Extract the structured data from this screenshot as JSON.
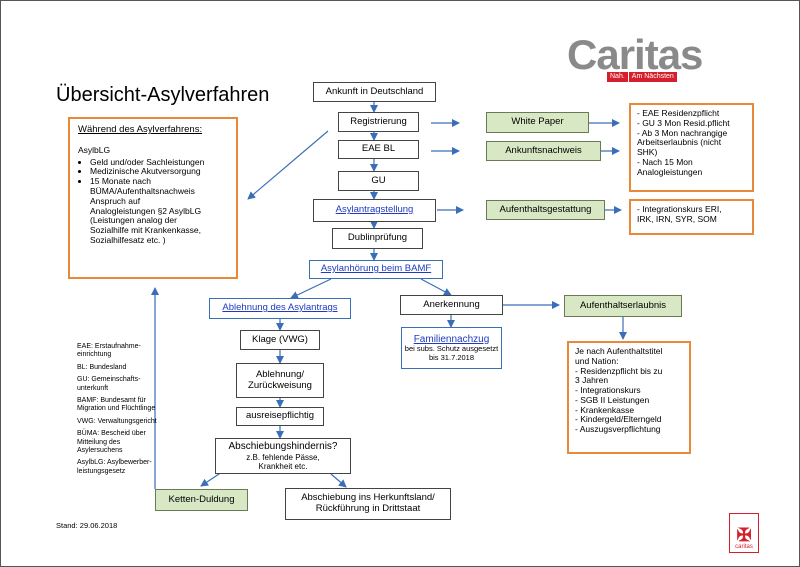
{
  "title": "Übersicht-Asylverfahren",
  "logo": {
    "word": "Caritas",
    "tag1": "Nah.",
    "tag2": "Am Nächsten",
    "corner_label": "caritas",
    "brand_color": "#d51f2a"
  },
  "colors": {
    "orange_border": "#e8893a",
    "green_fill": "#d9e8c4",
    "blue_arrow": "#3a6fb8",
    "link": "#1f39c0"
  },
  "flow": {
    "ankunft": "Ankunft in Deutschland",
    "registrierung": "Registrierung",
    "eae_bl": "EAE BL",
    "gu": "GU",
    "asylantragstellung": "Asylantragstellung",
    "dublin": "Dublinprüfung",
    "anhoerung": "Asylanhörung beim BAMF",
    "ablehnung": "Ablehnung des Asylantrags",
    "klage": "Klage (VWG)",
    "ablehnung_zurueck_1": "Ablehnung/",
    "ablehnung_zurueck_2": "Zurückweisung",
    "ausreise": "ausreisepflichtig",
    "hindernis_1": "Abschiebungshindernis?",
    "hindernis_2": "z.B. fehlende Pässe,",
    "hindernis_3": "Krankheit etc.",
    "ketten": "Ketten-Duldung",
    "abschiebung_1": "Abschiebung ins Herkunftsland/",
    "abschiebung_2": "Rückführung in Drittstaat",
    "anerkennung": "Anerkennung",
    "familien": "Familiennachzug",
    "familien_note_1": "bei subs. Schutz ausgesetzt",
    "familien_note_2": "bis 31.7.2018"
  },
  "side": {
    "white_paper": "White Paper",
    "ankunftsnachweis": "Ankunftsnachweis",
    "aufenthaltsgestattung": "Aufenthaltsgestattung",
    "aufenthaltserlaubnis": "Aufenthaltserlaubnis"
  },
  "box_eae": [
    "- EAE Residenzpflicht",
    "- GU 3 Mon Resid.pflicht",
    "- Ab 3 Mon nachrangige",
    "Arbeitserlaubnis (nicht",
    "SHK)",
    "- Nach 15 Mon",
    "Analogleistungen"
  ],
  "box_integration": [
    "- Integrationskurs  ERI,",
    "IRK, IRN, SYR, SOM"
  ],
  "box_aufenthalt": [
    "Je nach Aufenthaltstitel",
    "und Nation:",
    "- Residenzpflicht bis zu",
    "3 Jahren",
    "- Integrationskurs",
    "- SGB II Leistungen",
    "- Krankenkasse",
    "- Kindergeld/Elterngeld",
    "- Auszugsverpflichtung"
  ],
  "box_waehrend": {
    "heading": "Während des Asylverfahrens:",
    "sub": "AsylbLG",
    "items": [
      "Geld und/oder Sachleistungen",
      "Medizinische Akutversorgung",
      "15 Monate nach"
    ],
    "cont": [
      "BÜMA/Aufenthaltsnachweis",
      "Anspruch auf",
      "Analogleistungen §2 AsylbLG",
      "(Leistungen analog der",
      "Sozialhilfe mit Krankenkasse,",
      "Sozialhilfesatz etc. )"
    ]
  },
  "legend": [
    [
      "EAE: Erstaufnahme-",
      "einrichtung"
    ],
    [
      "BL: Bundesland"
    ],
    [
      "GU: Gemeinschafts-",
      "unterkunft"
    ],
    [
      "BAMF: Bundesamt für",
      "Migration und Flüchtlinge"
    ],
    [
      "VWG: Verwaltungsgericht"
    ],
    [
      "BÜMA: Bescheid über",
      "Mitteilung des",
      "Asylersuchens"
    ],
    [
      "AsylbLG: Asylbewerber-",
      "leistungsgesetz"
    ]
  ],
  "stand": "Stand: 29.06.2018"
}
